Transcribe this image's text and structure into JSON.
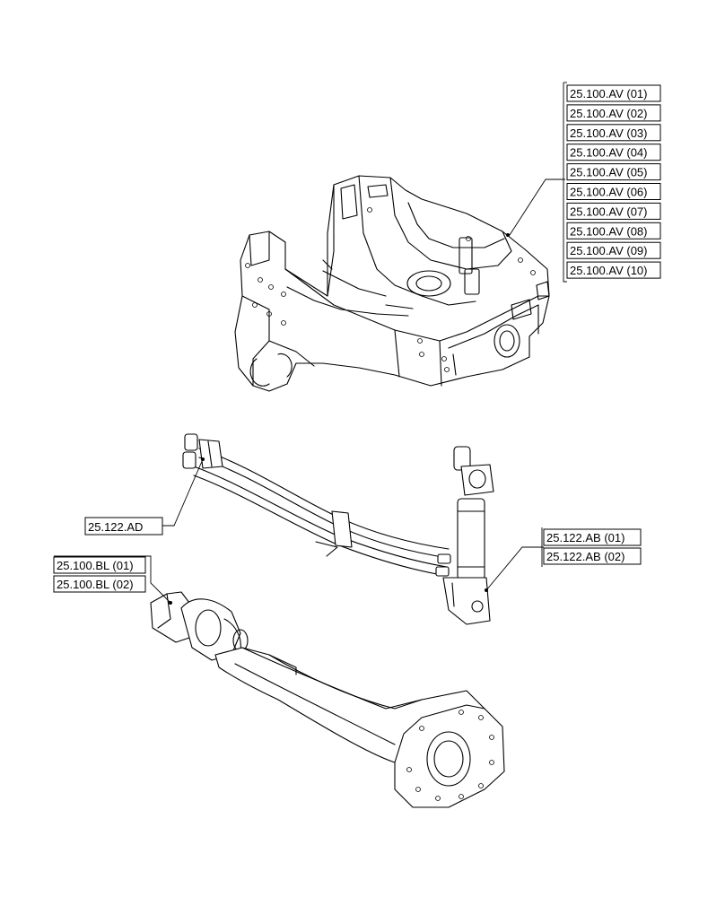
{
  "callouts": {
    "frame_refs": [
      "25.100.AV (01)",
      "25.100.AV (02)",
      "25.100.AV (03)",
      "25.100.AV (04)",
      "25.100.AV (05)",
      "25.100.AV (06)",
      "25.100.AV (07)",
      "25.100.AV (08)",
      "25.100.AV (09)",
      "25.100.AV (10)"
    ],
    "hose_ref": "25.122.AD",
    "cylinder_refs": [
      "25.122.AB (01)",
      "25.122.AB (02)"
    ],
    "axle_refs": [
      "25.100.BL (01)",
      "25.100.BL (02)"
    ]
  },
  "colors": {
    "line": "#000000",
    "background": "#ffffff"
  }
}
